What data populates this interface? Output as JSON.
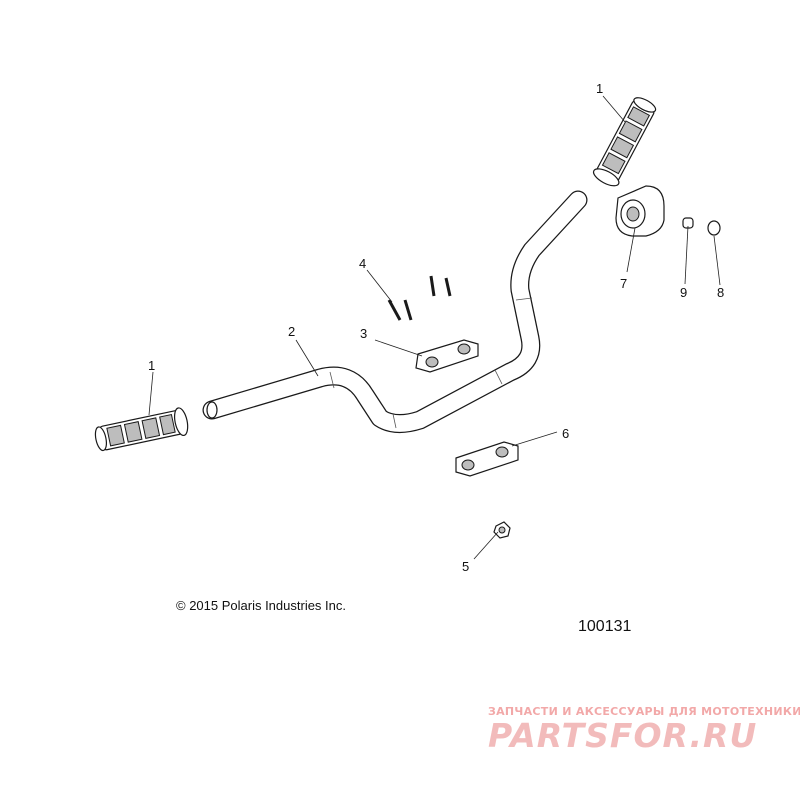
{
  "callouts": {
    "grip_right": "1",
    "grip_left": "1",
    "handlebar": "2",
    "clamp_upper": "3",
    "bolts": "4",
    "nut": "5",
    "clamp_lower": "6",
    "pad": "7",
    "part_9": "9",
    "part_8": "8"
  },
  "copyright": "© 2015 Polaris Industries Inc.",
  "diagram_number": "100131",
  "watermark": {
    "tagline": "ЗАПЧАСТИ И АКСЕССУАРЫ ДЛЯ МОТОТЕХНИКИ",
    "logo": "PARTSFOR.RU"
  },
  "colors": {
    "watermark_tagline": "#f2a8a8",
    "watermark_logo": "#e98585"
  }
}
